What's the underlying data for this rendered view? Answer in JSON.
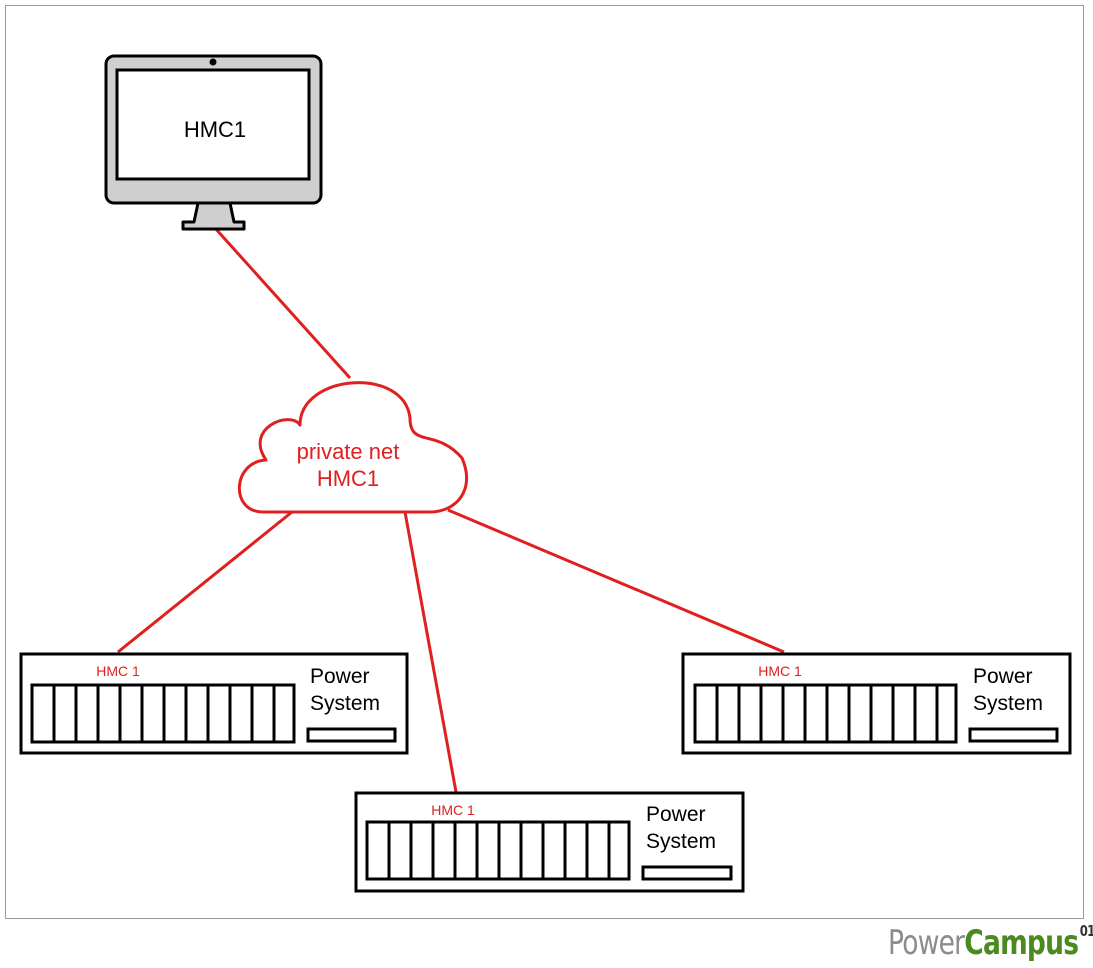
{
  "diagram": {
    "monitor": {
      "label": "HMC1"
    },
    "cloud": {
      "line1": "private net",
      "line2": "HMC1"
    },
    "servers": [
      {
        "name_line1": "Power",
        "name_line2": "System",
        "port_label": "HMC 1"
      },
      {
        "name_line1": "Power",
        "name_line2": "System",
        "port_label": "HMC 1"
      },
      {
        "name_line1": "Power",
        "name_line2": "System",
        "port_label": "HMC 1"
      }
    ]
  },
  "logo": {
    "part1": "Power",
    "part2": "Campus",
    "suffix": "01"
  },
  "colors": {
    "link": "#e02020",
    "outline": "#000000",
    "monitor_body": "#cfcfcf",
    "frame": "#9a9a9a",
    "logo_gray": "#8c8c8c",
    "logo_green": "#4a8a1e"
  }
}
